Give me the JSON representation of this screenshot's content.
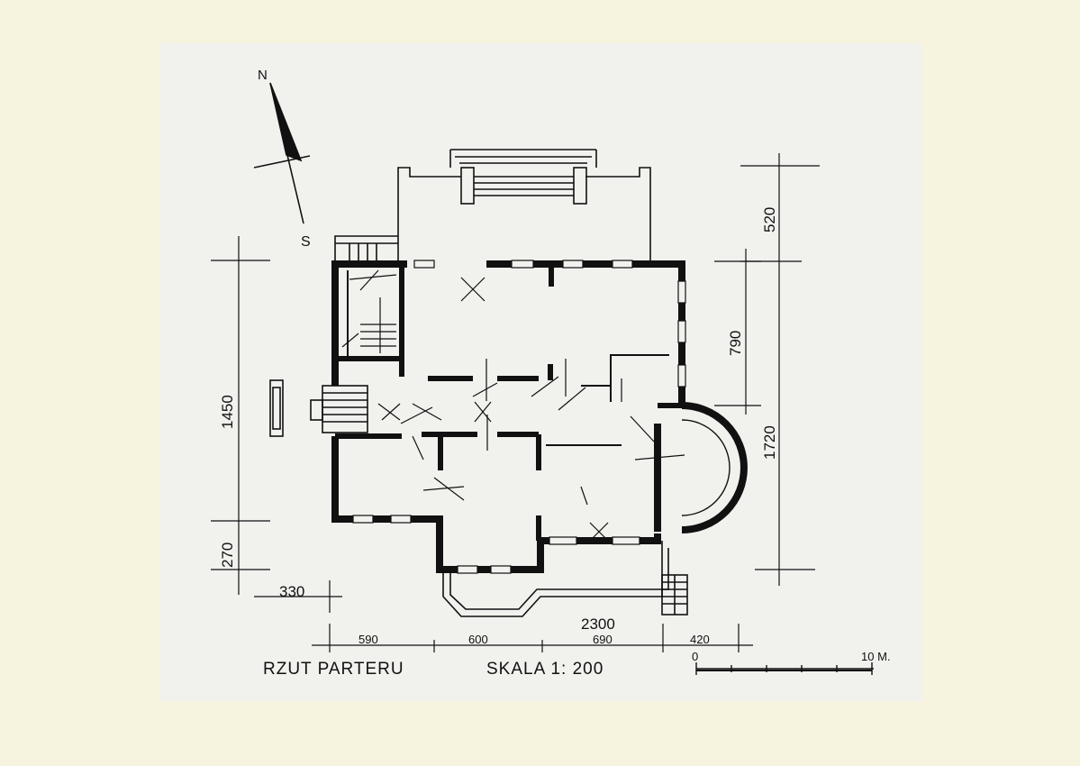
{
  "compass": {
    "north": "N",
    "south": "S"
  },
  "dimensions": {
    "left_total": "1450",
    "left_lower": "270",
    "left_offset": "330",
    "right_top": "520",
    "right_mid": "790",
    "right_total": "1720",
    "bottom_total": "2300",
    "bottom_segments": [
      "590",
      "600",
      "690",
      "420"
    ]
  },
  "scale_bar": {
    "start_label": "0",
    "end_label": "10 M."
  },
  "caption": {
    "title": "RZUT PARTERU",
    "scale": "SKALA 1: 200"
  }
}
